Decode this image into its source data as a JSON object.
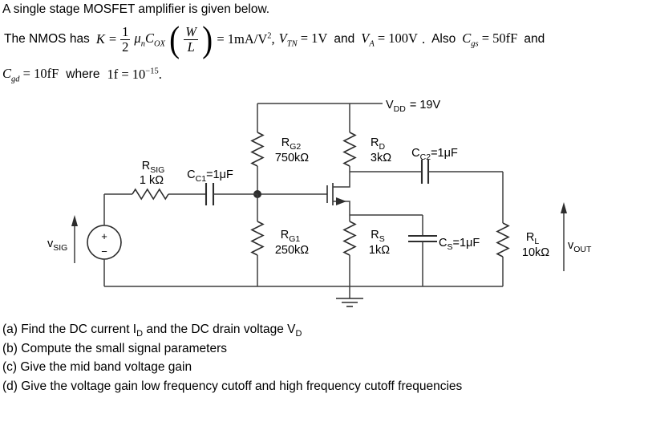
{
  "intro": {
    "title": "A single stage MOSFET amplifier is given below.",
    "line2": {
      "prefix": "The NMOS has",
      "K": "K",
      "eq": "=",
      "half_num": "1",
      "half_den": "2",
      "mu": "μ",
      "mu_sub": "n",
      "Cox": "C",
      "Cox_sub": "OX",
      "lparen": "(",
      "W": "W",
      "L": "L",
      "rparen": ")",
      "result": "= 1mA/V",
      "result_sup": "2",
      "comma": ",",
      "Vtn": "V",
      "Vtn_sub": "TN",
      "Vtn_val": " = 1V",
      "and1": "and",
      "Va": "V",
      "Va_sub": "A",
      "Va_val": " = 100V",
      "period1": ".",
      "also": "Also",
      "Cgs": "C",
      "Cgs_sub": "gs",
      "Cgs_val": " = 50fF",
      "and2": "and"
    },
    "line3": {
      "Cgd": "C",
      "Cgd_sub": "gd",
      "Cgd_val": " = 10fF",
      "where": "where",
      "fdef": "1f = 10",
      "exp": "−15",
      "period": "."
    }
  },
  "circuit": {
    "vdd": {
      "sym": "V",
      "sub": "DD",
      "val": "= 19V"
    },
    "rg2": {
      "sym": "R",
      "sub": "G2",
      "val": "750kΩ"
    },
    "rd": {
      "sym": "R",
      "sub": "D",
      "val": "3kΩ"
    },
    "cc2": {
      "sym": "C",
      "sub": "C2",
      "val": "=1μF"
    },
    "rsig": {
      "sym": "R",
      "sub": "SIG",
      "val": "1 kΩ"
    },
    "cc1": {
      "sym": "C",
      "sub": "C1",
      "val": "=1μF"
    },
    "rg1": {
      "sym": "R",
      "sub": "G1",
      "val": "250kΩ"
    },
    "rs": {
      "sym": "R",
      "sub": "S",
      "val": "1kΩ"
    },
    "cs": {
      "sym": "C",
      "sub": "S",
      "val": "=1μF"
    },
    "rl": {
      "sym": "R",
      "sub": "L",
      "val": "10kΩ"
    },
    "vsig": {
      "sym": "v",
      "sub": "SIG"
    },
    "vout": {
      "sym": "v",
      "sub": "OUT"
    },
    "plus": "+",
    "minus": "−"
  },
  "questions": {
    "a": {
      "pre": "(a) Find the DC current I",
      "sub1": "D",
      "mid": " and the DC drain voltage V",
      "sub2": "D"
    },
    "b": "(b) Compute the small signal parameters",
    "c": "(c) Give the mid band voltage gain",
    "d": "(d) Give the voltage gain low frequency cutoff and high frequency cutoff frequencies"
  }
}
